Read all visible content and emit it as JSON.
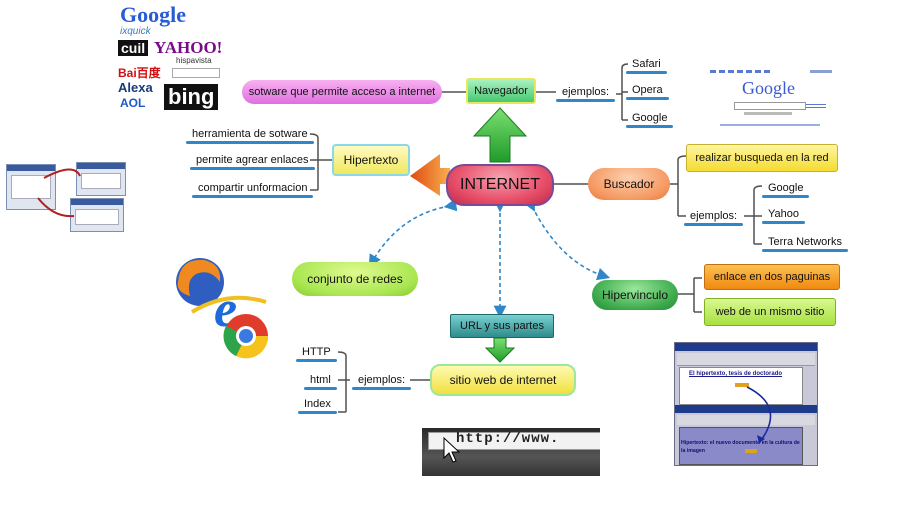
{
  "central": {
    "label": "INTERNET"
  },
  "navegador": {
    "label": "Navegador",
    "description": "sotware que permite acceso a internet",
    "examples_label": "ejemplos:",
    "examples": [
      "Safari",
      "Opera",
      "Google"
    ]
  },
  "hipertexto": {
    "label": "Hipertexto",
    "items": [
      "herramienta de sotware",
      "permite agrear enlaces",
      "compartir unformacion"
    ]
  },
  "buscador": {
    "label": "Buscador",
    "description": "realizar busqueda en la red",
    "examples_label": "ejemplos:",
    "examples": [
      "Google",
      "Yahoo",
      "Terra Networks"
    ]
  },
  "hipervinculo": {
    "label": "Hipervinculo",
    "items": [
      "enlace en dos paguinas",
      "web de un mismo sitio"
    ]
  },
  "conjunto": {
    "label": "conjunto de redes"
  },
  "url": {
    "label": "URL y sus partes"
  },
  "sitio": {
    "label": "sitio web de internet",
    "examples_label": "ejemplos:",
    "examples": [
      "HTTP",
      "html",
      "Index"
    ]
  },
  "logos": {
    "google": "Google",
    "yahoo": "YAHOO!",
    "cuil": "cuil",
    "baidu": "Bai百度",
    "alexa": "Alexa",
    "aol": "AOL",
    "bing": "bing",
    "ixquick": "ixquick",
    "hispavista": "hispavista"
  },
  "screenshots": {
    "url_bar": "http://www.",
    "hypertext_title": "El hipertexto, tesis de doctorado",
    "hypertext_subtitle": "Hipertexto: el nuevo documento en la cultura de la imagen",
    "google_home": "Google"
  },
  "colors": {
    "central": "#e8506a",
    "navegador": "#58d888",
    "hipertexto": "#f4f080",
    "buscador": "#f8a070",
    "hipervinculo": "#3aa84a",
    "conjunto": "#a8e650",
    "url": "#2e8c8c",
    "sitio": "#f6ec60",
    "orange_box": "#f8a020",
    "green_box": "#a8e040",
    "yellow_box": "#f8e040",
    "wire": "#2f86c8",
    "gray_wire": "#505050"
  }
}
